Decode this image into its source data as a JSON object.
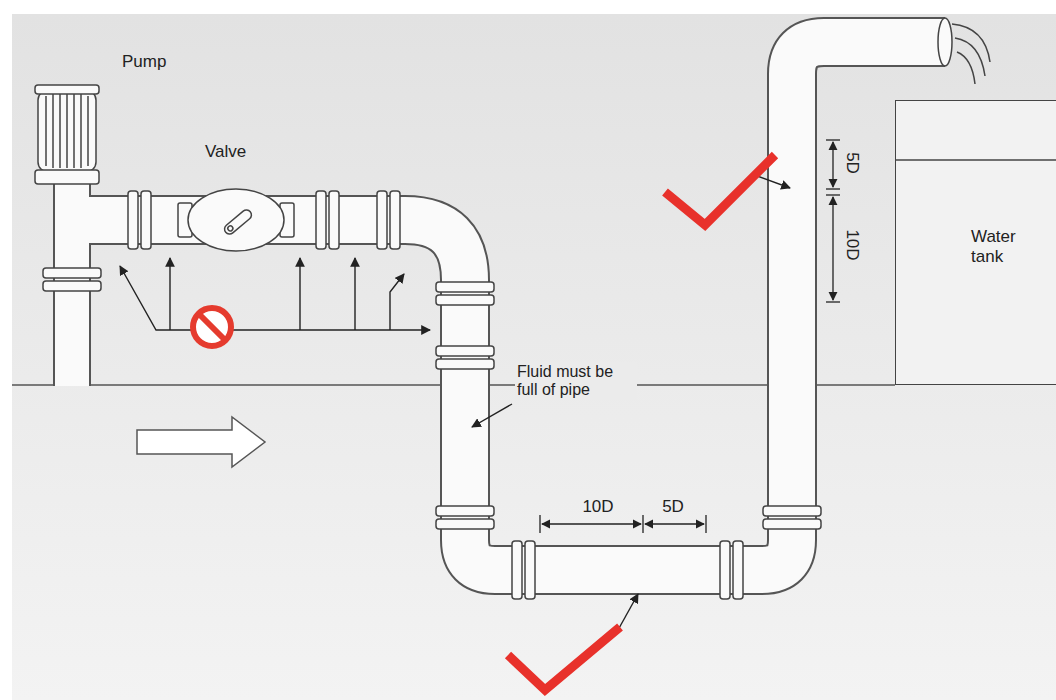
{
  "diagram": {
    "nodes": [
      {
        "text": [
          "Water tank"
        ]
      }
    ],
    "labels": [
      "Pump",
      "Valve",
      "5D",
      "10D",
      "Fluid must be full of pipe",
      "10D",
      "5D"
    ]
  }
}
